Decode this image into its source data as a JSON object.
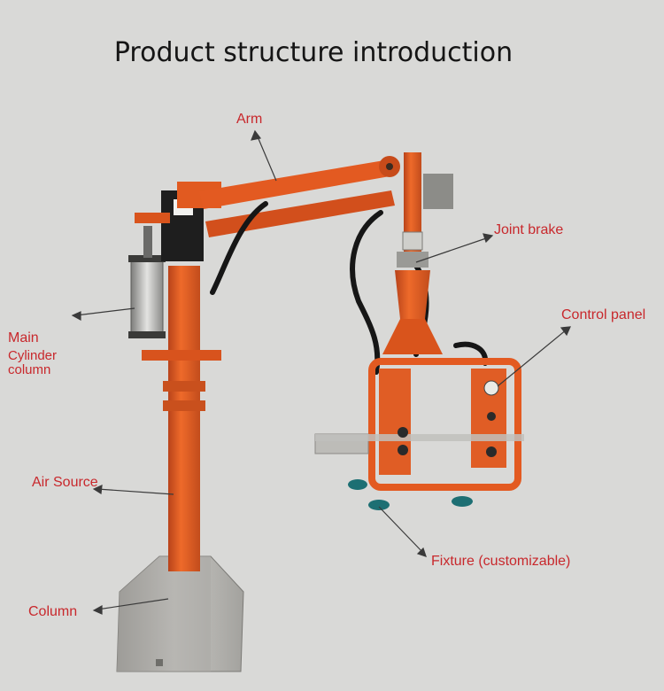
{
  "title": "Product structure introduction",
  "labels": {
    "arm": "Arm",
    "joint_brake": "Joint brake",
    "control_panel": "Control panel",
    "main_cylinder_line1": "Main",
    "main_cylinder_line2": "Cylinder",
    "main_cylinder_line3": "column",
    "air_source": "Air Source",
    "fixture": "Fixture (customizable)",
    "column": "Column"
  },
  "colors": {
    "background": "#d9d9d7",
    "machine_orange": "#e2561d",
    "label_red": "#c8282c",
    "steel": "#b9b8b4"
  }
}
